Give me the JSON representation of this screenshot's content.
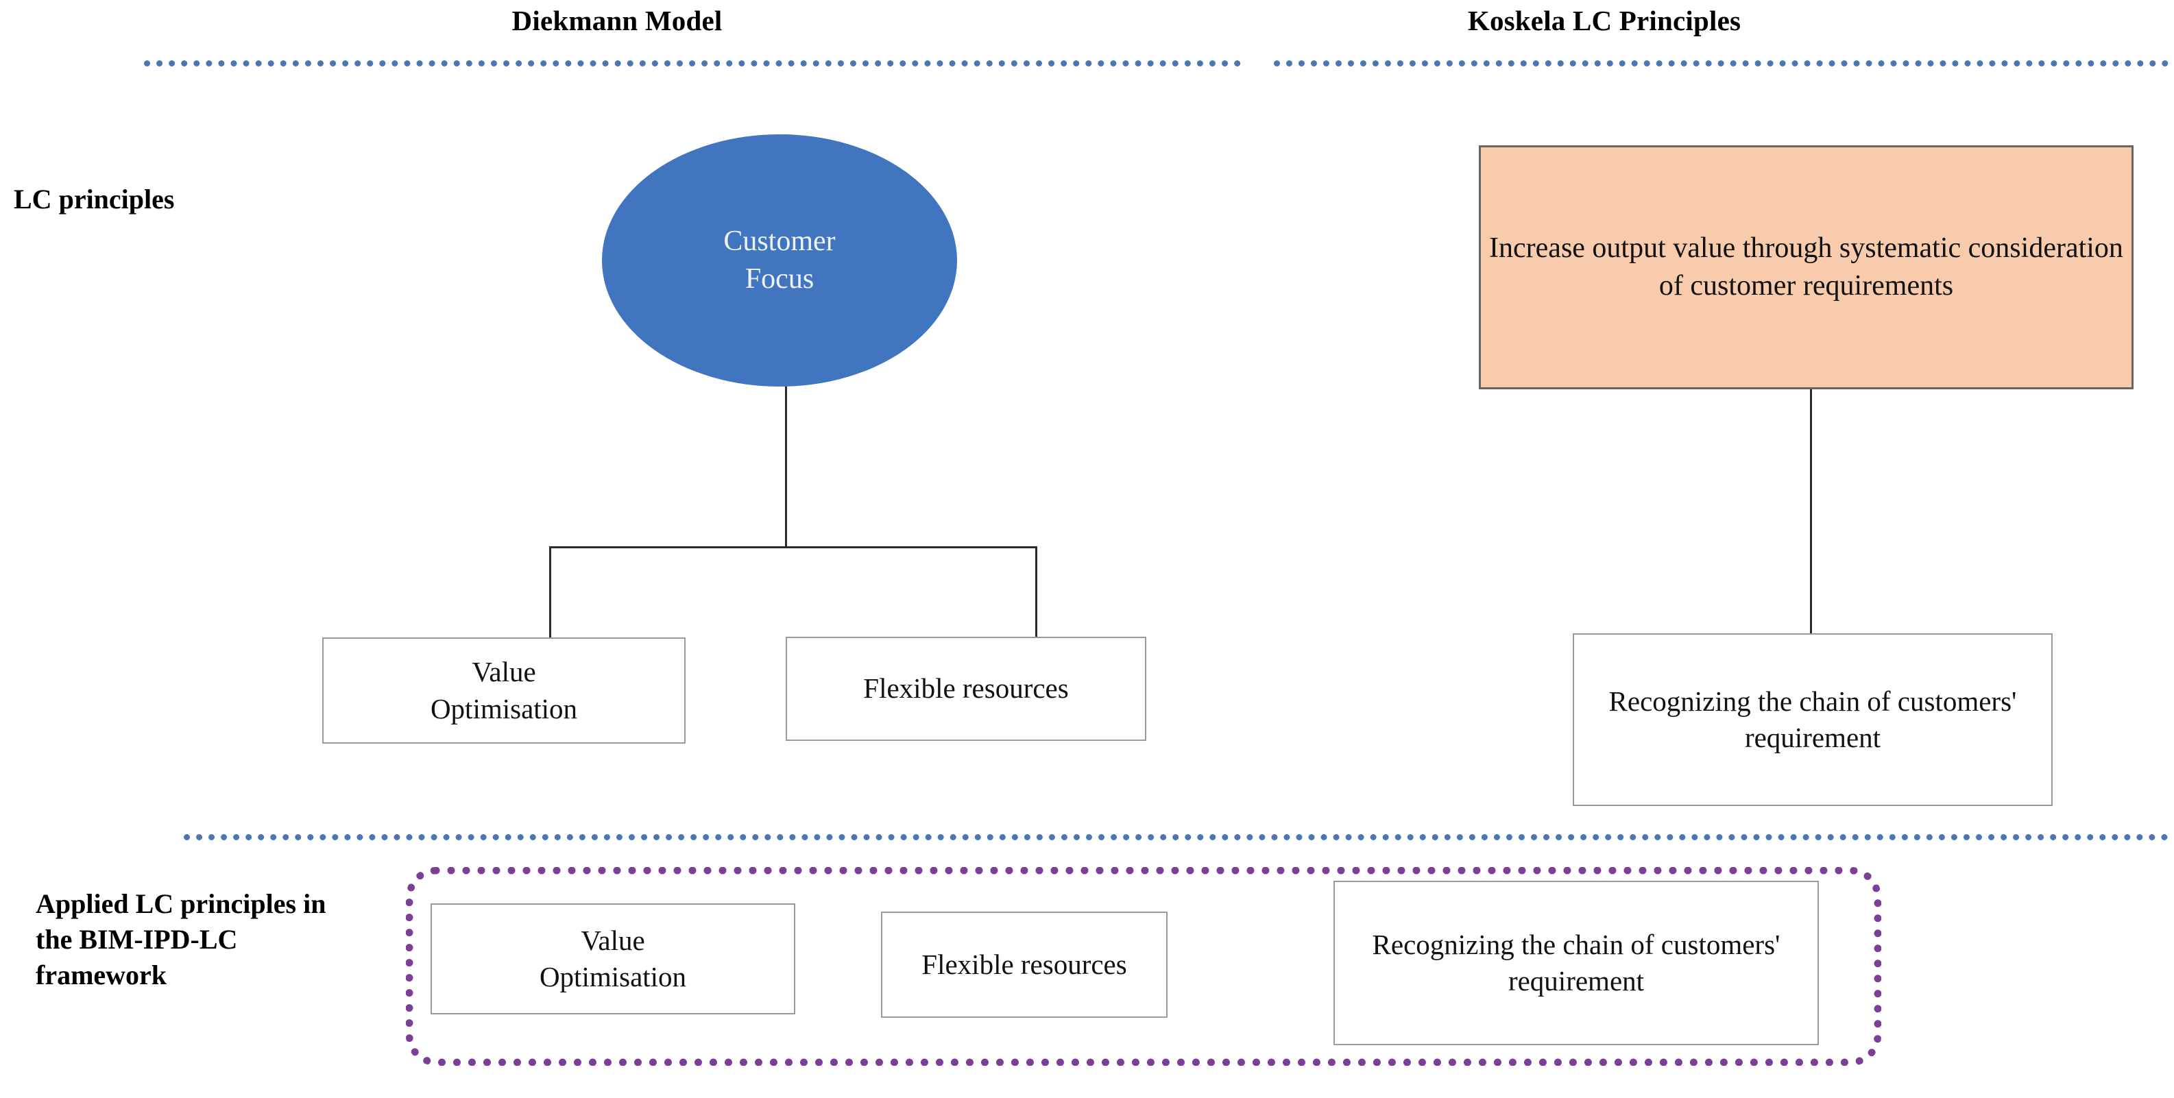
{
  "headers": {
    "left": "Diekmann Model",
    "right": "Koskela LC Principles"
  },
  "row_labels": {
    "top": "LC principles",
    "bottom": "Applied LC principles in the BIM-IPD-LC framework"
  },
  "diekmann": {
    "root": "Customer\nFocus",
    "children": [
      "Value\nOptimisation",
      "Flexible resources"
    ]
  },
  "koskela": {
    "root": "Increase output value through systematic consideration of customer requirements",
    "children": [
      "Recognizing the chain of customers' requirement"
    ]
  },
  "framework": {
    "items": [
      "Value\nOptimisation",
      "Flexible resources",
      "Recognizing the chain of customers' requirement"
    ]
  },
  "colors": {
    "ellipse_fill": "#4175c0",
    "ellipse_text": "#eef3fa",
    "orange_fill": "#f7cbab",
    "orange_border": "#6b6460",
    "box_border": "#9a9a9a",
    "rule_dotted": "#4a77b4",
    "framework_border": "#7b3f98",
    "connector": "#2b2b2b",
    "background": "#ffffff"
  }
}
